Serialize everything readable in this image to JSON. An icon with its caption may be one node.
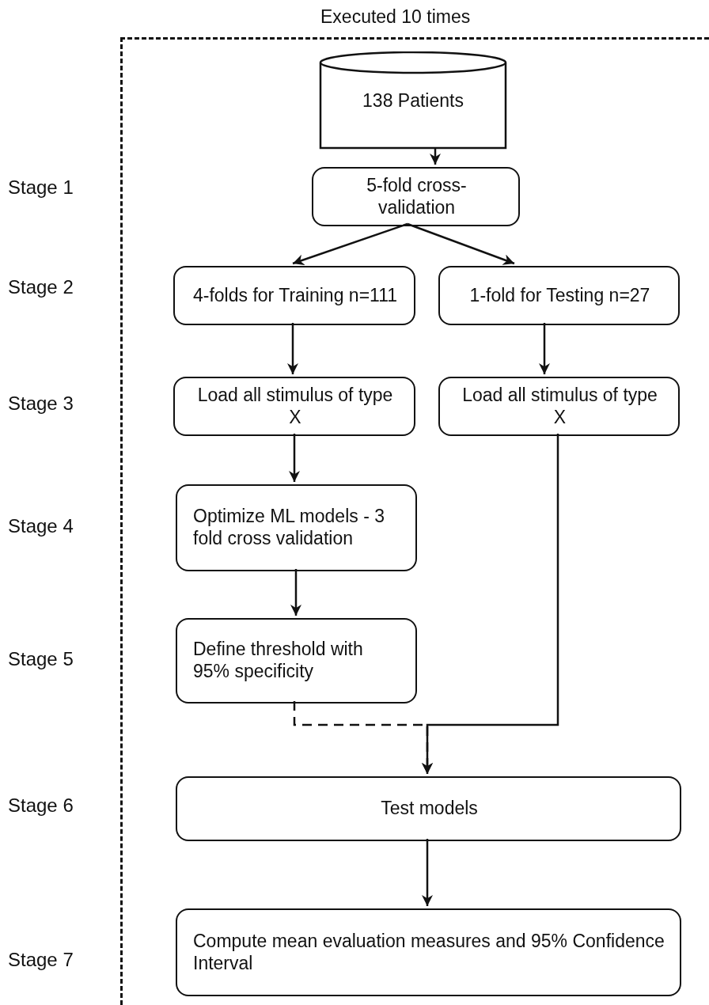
{
  "diagram": {
    "nodes": [
      {
        "text": [
          "Executed 10 times"
        ]
      },
      {
        "text": [
          "138 Patients"
        ],
        "in": 0
      },
      {
        "text": [
          "5-fold cross-validation"
        ],
        "in": 0
      },
      {
        "text": [
          "4-folds for Training  n=111"
        ],
        "in": 0
      },
      {
        "text": [
          "1-fold for Testing n=27"
        ],
        "in": 0
      },
      {
        "text": [
          "Load all stimulus of type X"
        ],
        "in": 0
      },
      {
        "text": [
          "Load all stimulus of type X"
        ],
        "in": 0
      },
      {
        "text": [
          "Optimize ML models - 3 fold cross validation"
        ],
        "in": 0
      },
      {
        "text": [
          "Define threshold with 95% specificity"
        ],
        "in": 0
      },
      {
        "text": [
          "Test models"
        ],
        "in": 0
      },
      {
        "text": [
          "Compute mean evaluation measures and 95% Confidence Interval"
        ],
        "in": 0
      }
    ],
    "edges": [
      {
        "from": 1,
        "to": 2,
        "arrow": "to"
      },
      {
        "from": 2,
        "to": 3,
        "arrow": "to"
      },
      {
        "from": 2,
        "to": 4,
        "arrow": "to"
      },
      {
        "from": 3,
        "to": 5,
        "arrow": "to"
      },
      {
        "from": 4,
        "to": 6,
        "arrow": "to"
      },
      {
        "from": 5,
        "to": 7,
        "arrow": "to"
      },
      {
        "from": 7,
        "to": 8,
        "arrow": "to"
      },
      {
        "from": 8,
        "to": 9,
        "arrow": "to",
        "style": "dashed"
      },
      {
        "from": 6,
        "to": 9,
        "arrow": "to"
      },
      {
        "from": 9,
        "to": 10,
        "arrow": "to"
      }
    ],
    "labels": [
      "Stage 1",
      "Stage 2",
      "Stage 3",
      "Stage 4",
      "Stage 5",
      "Stage 6",
      "Stage 7"
    ]
  }
}
